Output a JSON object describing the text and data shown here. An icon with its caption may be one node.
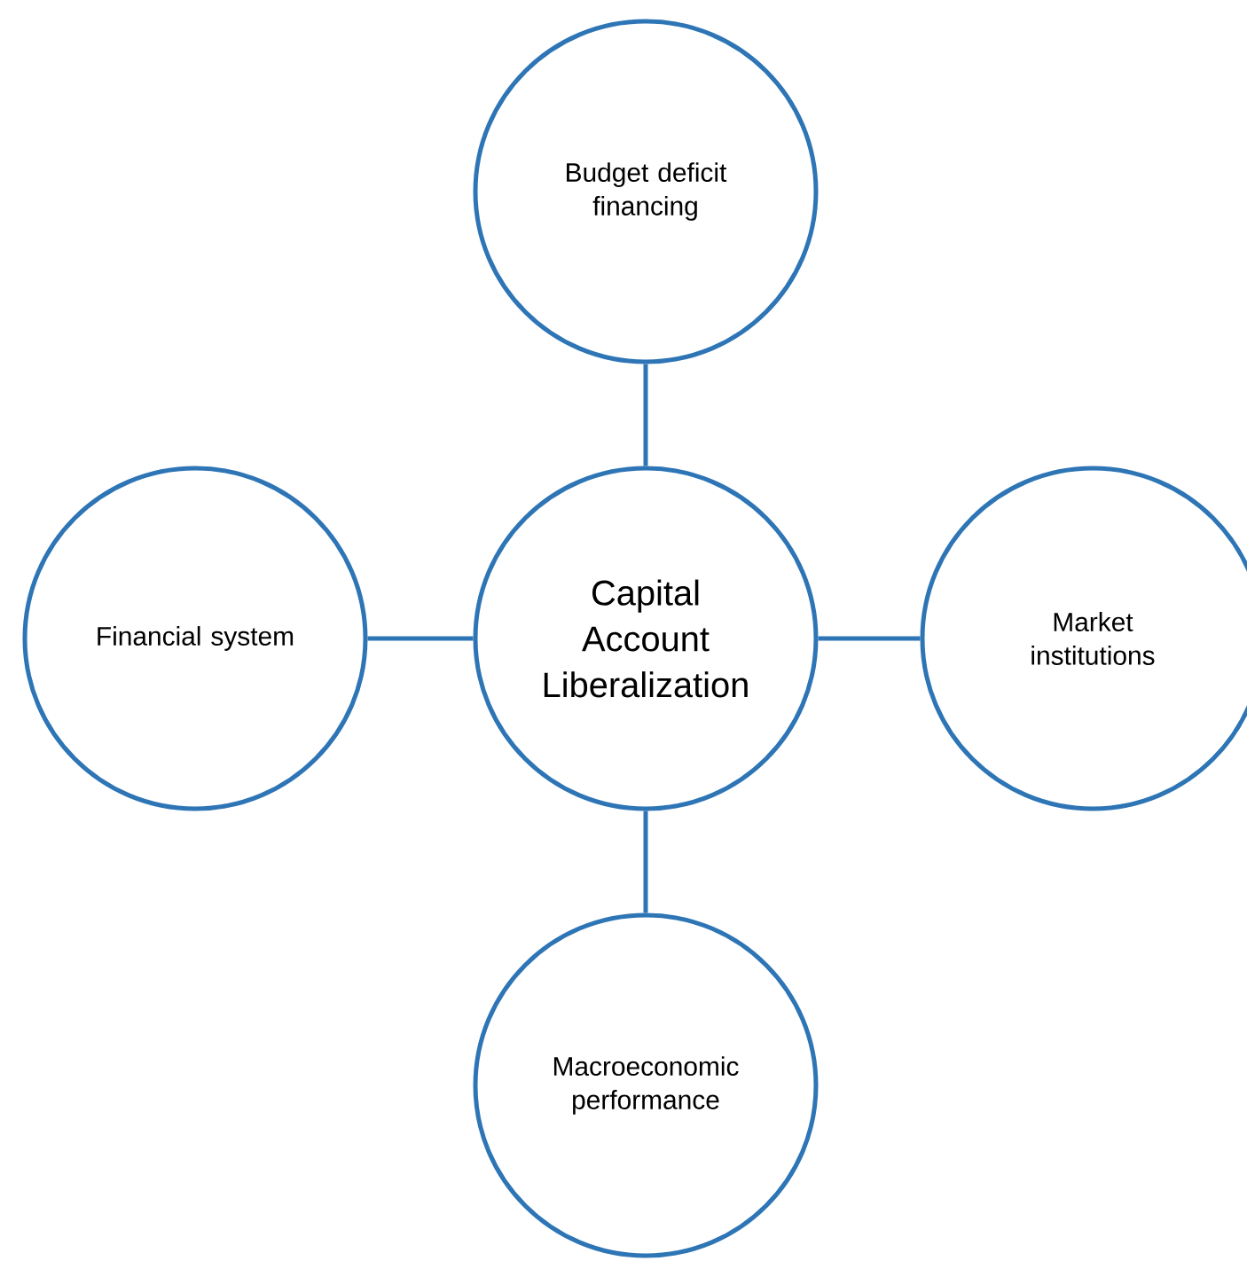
{
  "diagram": {
    "nodes": [
      {
        "text": [
          "Budget deficit financing"
        ]
      },
      {
        "text": [
          "Financial system"
        ]
      },
      {
        "text": [
          "Capital Account Liberalization"
        ]
      },
      {
        "text": [
          "Market institutions"
        ]
      },
      {
        "text": [
          "Macroeconomic performance"
        ]
      }
    ],
    "edges": [
      {
        "from": 2,
        "to": 0,
        "arrow": "none"
      },
      {
        "from": 2,
        "to": 1,
        "arrow": "none"
      },
      {
        "from": 2,
        "to": 3,
        "arrow": "none"
      },
      {
        "from": 2,
        "to": 4,
        "arrow": "none"
      }
    ]
  }
}
